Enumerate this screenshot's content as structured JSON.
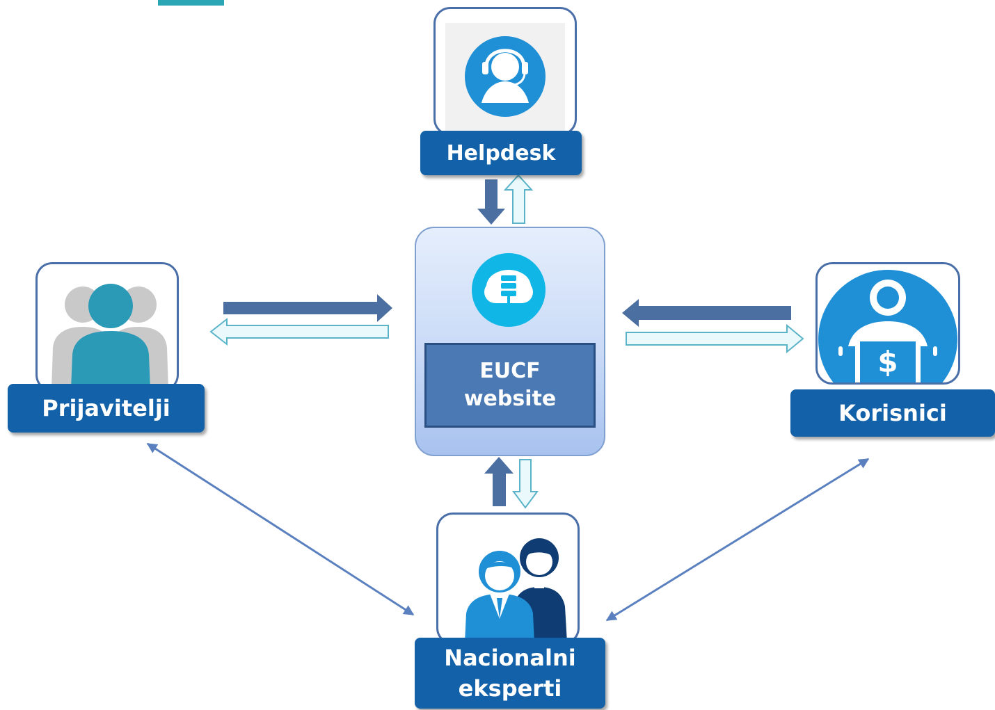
{
  "nodes": {
    "helpdesk": {
      "label": "Helpdesk",
      "icon": "headset-support-icon"
    },
    "prijavitelji": {
      "label": "Prijavitelji",
      "icon": "users-group-icon"
    },
    "korisnici": {
      "label": "Korisnici",
      "icon": "user-money-icon"
    },
    "nacionalni": {
      "label_line1": "Nacionalni",
      "label_line2": "eksperti",
      "icon": "experts-pair-icon"
    },
    "center": {
      "label_line1": "EUCF",
      "label_line2": "website",
      "icon": "cloud-server-icon"
    }
  },
  "colors": {
    "label_bg": "#1361a8",
    "card_border": "#4a6fa8",
    "arrow_dark": "#4a6fa0",
    "arrow_light_fill": "#eafafc",
    "arrow_light_stroke": "#5ab3c8",
    "icon_blue": "#1f8fd6",
    "connector": "#5a80bf"
  }
}
